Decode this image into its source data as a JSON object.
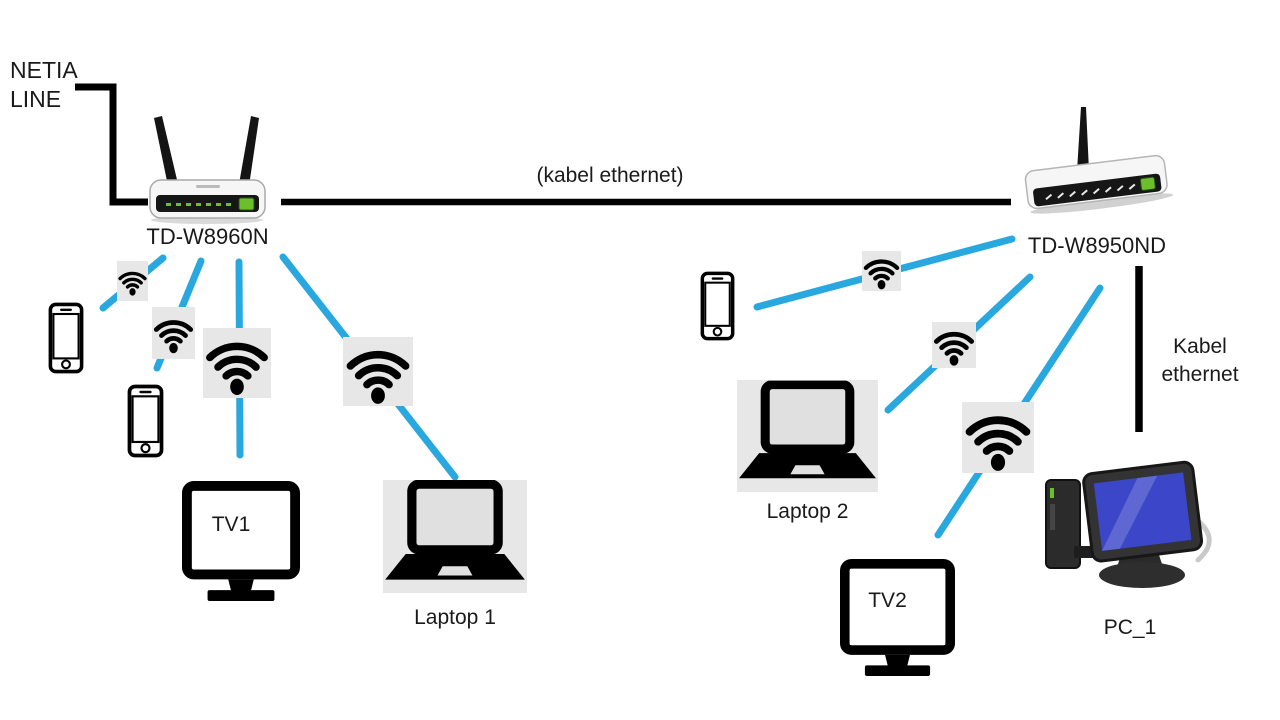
{
  "labels": {
    "netia_line1": "NETIA",
    "netia_line2": "LINE",
    "ethernet_horizontal": "(kabel ethernet)",
    "ethernet_vertical_line1": "Kabel",
    "ethernet_vertical_line2": "ethernet",
    "router_left": "TD-W8960N",
    "router_right": "TD-W8950ND",
    "tv1": "TV1",
    "tv2": "TV2",
    "laptop1": "Laptop 1",
    "laptop2": "Laptop 2",
    "pc1": "PC_1"
  },
  "colors": {
    "wifi_link": "#29a8e0",
    "cable_black": "#000000",
    "icon_bg": "#e7e7e7",
    "text": "#1a1a1a",
    "pc_screen_blue": "#3b46c9",
    "router_led_green": "#6abf2a"
  },
  "icons": {
    "wifi_zone": "wifi-icon",
    "phone": "smartphone-icon",
    "tv": "tv-monitor-icon",
    "laptop": "laptop-icon",
    "router": "router-icon",
    "desktop_pc": "desktop-pc-icon"
  }
}
